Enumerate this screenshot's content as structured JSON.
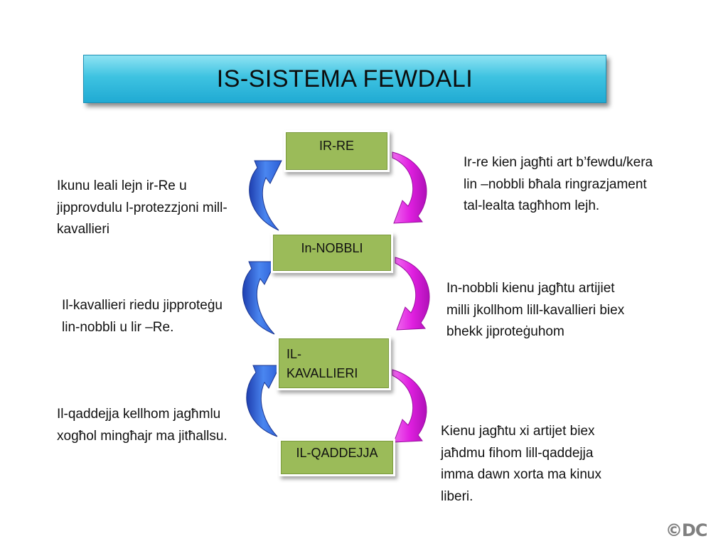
{
  "title": "IS-SISTEMA FEWDALI",
  "ranks": [
    {
      "label": "IR-RE"
    },
    {
      "label": "In-NOBBLI"
    },
    {
      "label": "IL-KAVALLIERI"
    },
    {
      "label": "IL-QADDEJJA"
    }
  ],
  "left_notes": [
    "Ikunu leali lejn ir-Re u jipprovdulu l-protezzjoni mill-kavallieri",
    "Il-kavallieri riedu jipproteġu lin-nobbli u lir –Re.",
    "Il-qaddejja kellhom jagħmlu xogħol mingħajr ma jitħallsu."
  ],
  "right_notes": [
    "Ir-re kien jagħti art b’fewdu/kera lin –nobbli bħala ringrazjament tal-lealta tagħhom lejh.",
    "In-nobbli kienu jagħtu artijiet milli jkollhom lill-kavallieri biex bhekk jiproteġuhom",
    "Kienu jagħtu xi artijet biex jaħdmu fihom lill-qaddejja imma dawn xorta ma kinux liberi."
  ],
  "colors": {
    "title_bar": "#3ec3e1",
    "rank_box": "#9bbb59",
    "arrow_up": "#2f5fd8",
    "arrow_down": "#e020e0"
  },
  "copyright": "©DC"
}
